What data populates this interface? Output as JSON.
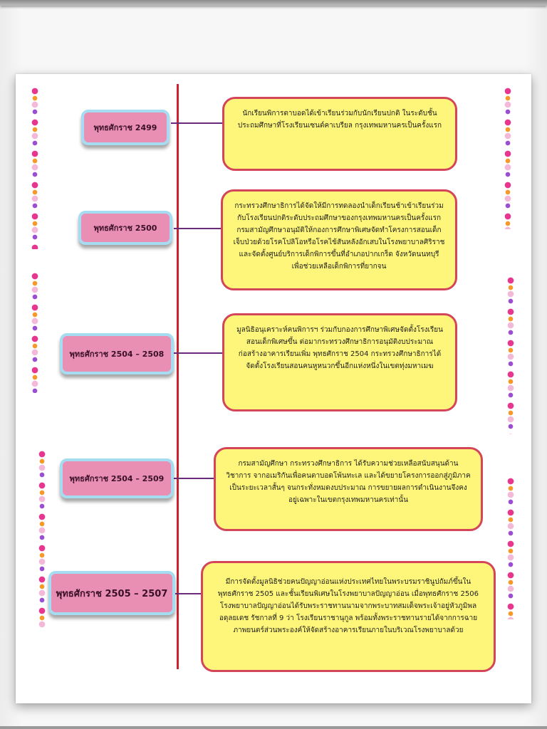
{
  "timeline": [
    {
      "date": "พุทธศักราช 2499",
      "text": "นักเรียนพิการตาบอดได้เข้าเรียนร่วมกับนักเรียนปกติ ในระดับชั้นประถมศึกษาที่โรงเรียนเซนต์คาเบรียล กรุงเทพมหานครเป็นครั้งแรก"
    },
    {
      "date": "พุทธศักราช 2500",
      "text": "กระทรวงศึกษาธิการได้จัดให้มีการทดลองนำเด็กเรียนช้าเข้าเรียนร่วมกับโรงเรียนปกติระดับประถมศึกษาของกรุงเทพมหานครเป็นครั้งแรกกรมสามัญศึกษาอนุมัติให้กองการศึกษาพิเศษจัดทำโครงการสอนเด็กเจ็บป่วยด้วยโรคโปลิโอหรือโรคไข้สันหลังอักเสบในโรงพยาบาลศิริราชและจัดตั้งศูนย์บริการเด็กพิการขึ้นที่อำเภอปากเกร็ด จังหวัดนนทบุรี เพื่อช่วยเหลือเด็กพิการที่ยากจน"
    },
    {
      "date": "พุทธศักราช 2504 – 2508",
      "text": "มูลนิธิอนุเคราะห์คนพิการฯ ร่วมกับกองการศึกษาพิเศษจัดตั้งโรงเรียนสอนเด็กพิเศษขึ้น ต่อมากระทรวงศึกษาธิการอนุมัติงบประมาณก่อสร้างอาคารเรียนเพิ่ม พุทธศักราช 2504 กระทรวงศึกษาธิการได้จัดตั้งโรงเรียนสอนคนหูหนวกขึ้นอีกแห่งหนึ่งในเขตทุ่งมหาเมฆ"
    },
    {
      "date": "พุทธศักราช 2504 – 2509",
      "text": "กรมสามัญศึกษา กระทรวงศึกษาธิการ ได้รับความช่วยเหลือสนับสนุนด้านวิชาการ จากอเมริกันเพื่อคนตาบอดโพ้นทะเล และได้ขยายโครงการออกสู่ภูมิภาคเป็นระยะเวลาสั้นๆ จนกระทั่งหมดงบประมาณ การขยายผลการดำเนินงานจึงคงอยู่เฉพาะในเขตกรุงเทพมหานครเท่านั้น"
    },
    {
      "date": "พุทธศักราช 2505 – 2507",
      "text": "มีการจัดตั้งมูลนิธิช่วยคนปัญญาอ่อนแห่งประเทศไทยในพระบรมราชินูปถัมภ์ขึ้นใน พุทธศักราช 2505 และชั้นเรียนพิเศษในโรงพยาบาลปัญญาอ่อน เมื่อพุทธศักราช 2506 โรงพยาบาลปัญญาอ่อนได้รับพระราชทานนามจากพระบาทสมเด็จพระเจ้าอยู่หัวภูมิพลอดุลยเดช รัชกาลที่ 9 ว่า โรงเรียนราชานุกูล พร้อมทั้งพระราชทานรายได้จากการฉายภาพยนตร์ส่วนพระองค์ให้จัดสร้างอาคารเรียนภายในบริเวณโรงพยาบาลด้วย"
    }
  ],
  "colors": {
    "date_fill": "#ea8fb4",
    "date_border": "#a6dcf2",
    "event_fill": "#fef67a",
    "event_border": "#d4455a",
    "timeline_line": "#c8232f",
    "connector": "#6b2a7a"
  },
  "decorations": {
    "border_icon": "flower-garland-icon"
  }
}
